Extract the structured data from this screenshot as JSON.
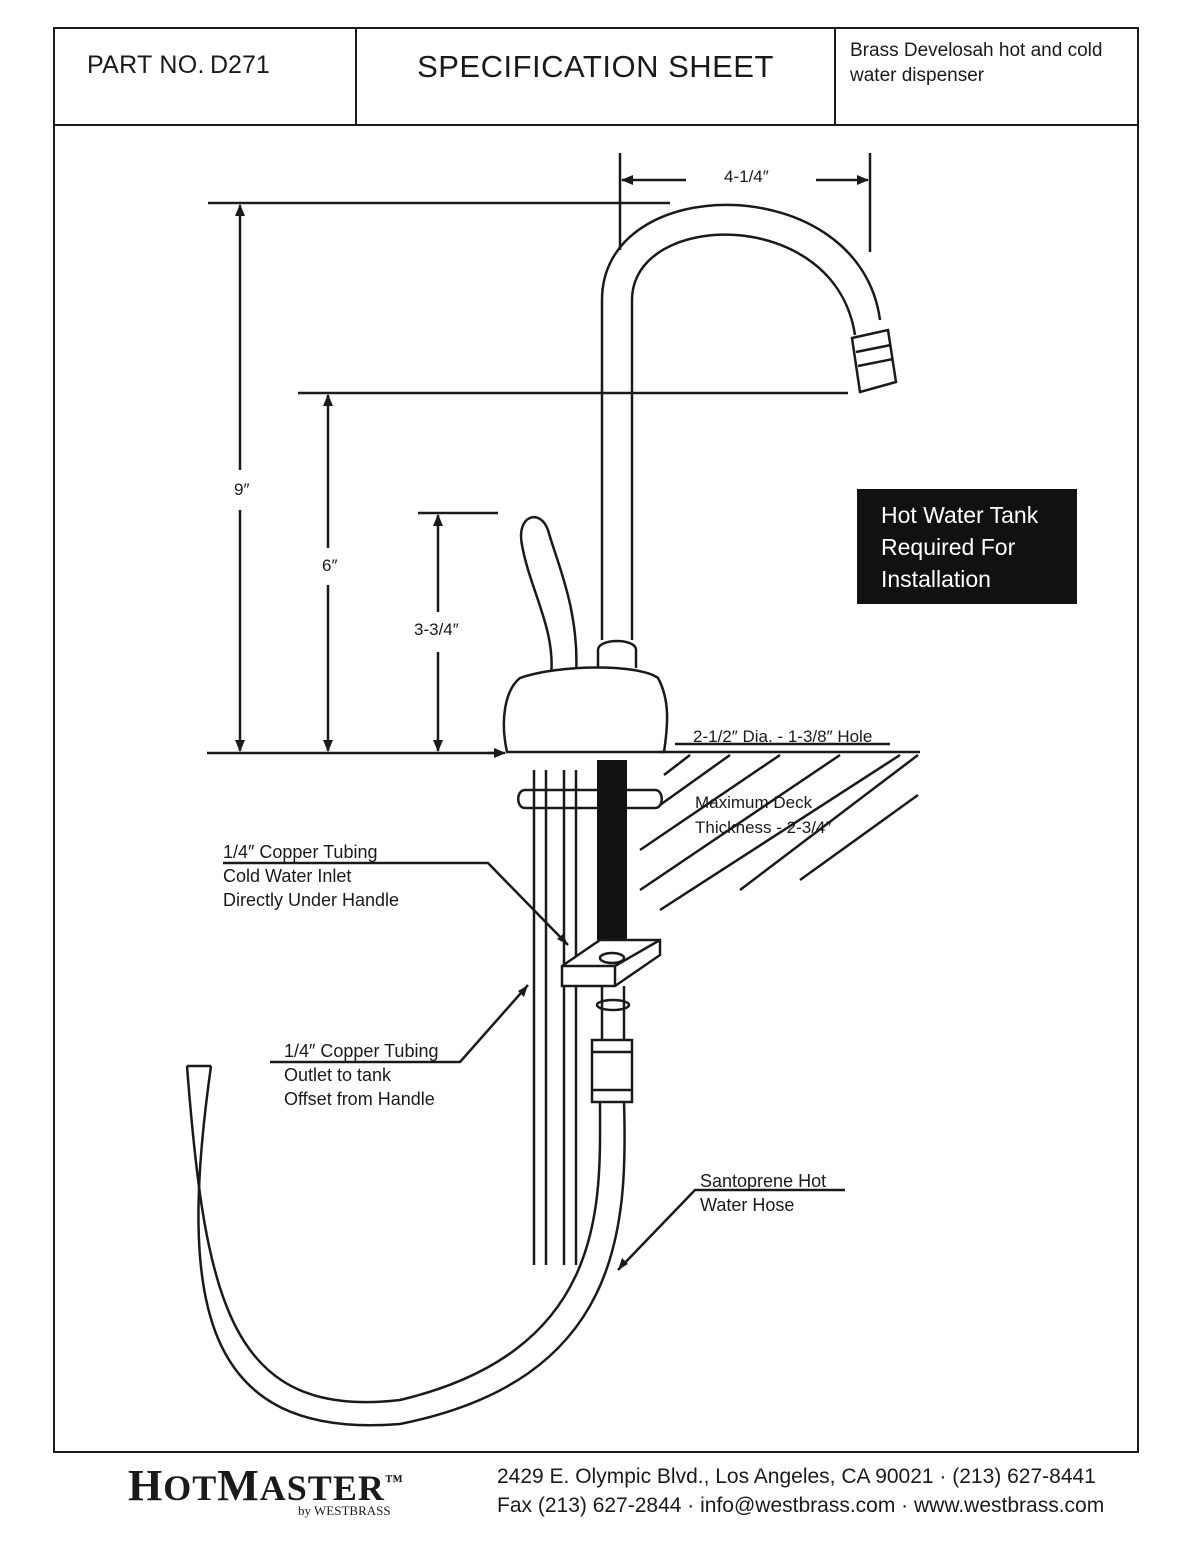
{
  "header": {
    "part_label": "PART NO.",
    "part_number": "D271",
    "title": "SPECIFICATION SHEET",
    "description": "Brass Develosah hot and cold water dispenser"
  },
  "dimensions": {
    "spout_reach": "4-1/4″",
    "total_height": "9″",
    "spout_height": "6″",
    "handle_height": "3-3/4″",
    "base": "2-1/2″ Dia. - 1-3/8″ Hole",
    "deck_line1": "Maximum Deck",
    "deck_line2": "Thickness - 2-3/4″"
  },
  "callouts": {
    "cold_inlet": [
      "1/4″ Copper Tubing",
      "Cold Water Inlet",
      "Directly Under Handle"
    ],
    "outlet": [
      "1/4″ Copper Tubing",
      "Outlet to tank",
      "Offset from Handle"
    ],
    "hose": [
      "Santoprene Hot",
      "Water Hose"
    ]
  },
  "notice": [
    "Hot Water Tank",
    "Required For",
    "Installation"
  ],
  "footer": {
    "logo_initial_h": "H",
    "logo_rest_h": "OT",
    "logo_initial_m": "M",
    "logo_rest_m": "ASTER",
    "logo_tm": "™",
    "logo_sub": "by WESTBRASS",
    "address_line1": "2429 E. Olympic Blvd., Los Angeles, CA  90021 · (213) 627-8441",
    "address_line2": "Fax (213) 627-2844 · info@westbrass.com ·  www.westbrass.com"
  }
}
